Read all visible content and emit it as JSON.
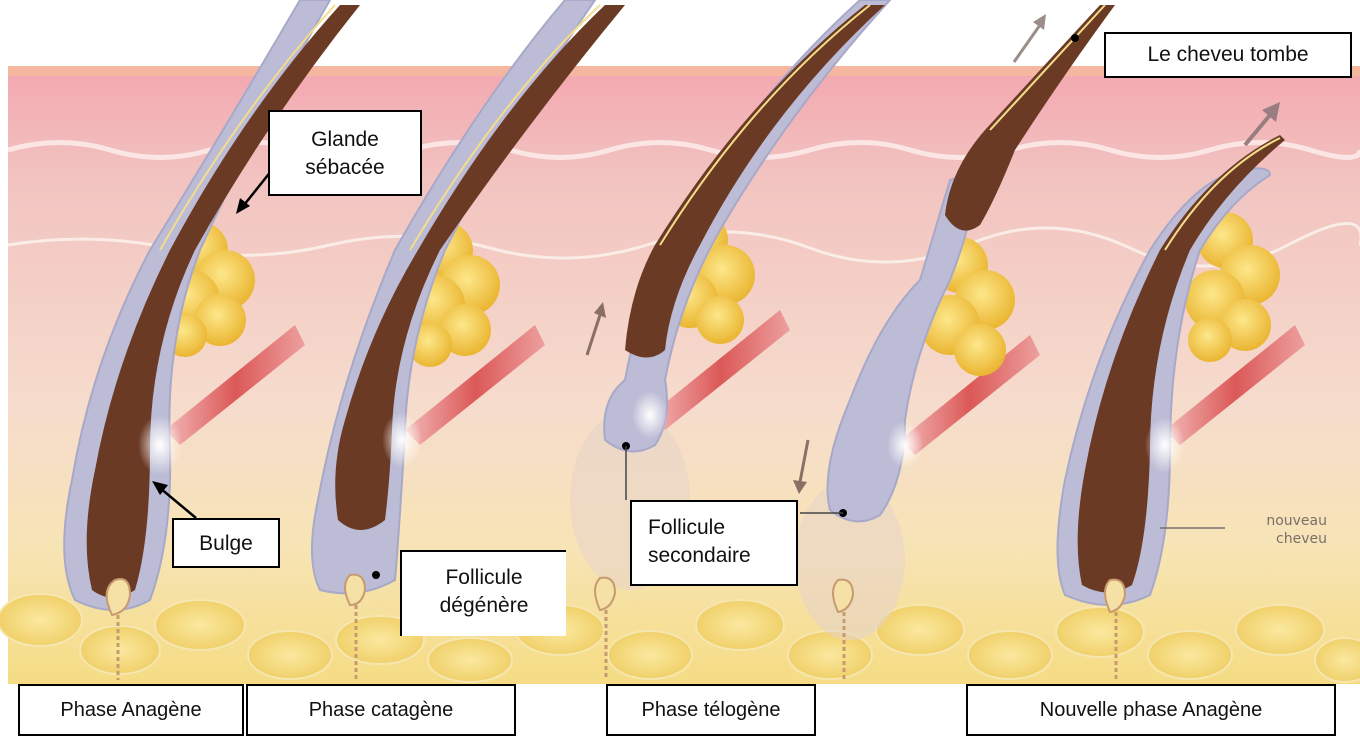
{
  "labels": {
    "glande": "Glande\nsébacée",
    "bulge": "Bulge",
    "follicule_degenere": "Follicule\ndégénère",
    "follicule_secondaire": "Follicule\nsecondaire",
    "cheveu_tombe": "Le cheveu tombe",
    "nouveau_cheveu": "nouveau\ncheveu"
  },
  "phases": {
    "anagene": "Phase Anagène",
    "catagene": "Phase catagène",
    "telogene": "Phase télogène",
    "nouvelle_anagene": "Nouvelle phase Anagène"
  },
  "colors": {
    "skin_top": "#f0a3ad",
    "dermis": "#f6d4c8",
    "fat": "#f4e08a",
    "sheath": "#b8b8d0",
    "hair": "#6b3a25",
    "gland": "#f2c832",
    "muscle": "#d84a4a"
  }
}
